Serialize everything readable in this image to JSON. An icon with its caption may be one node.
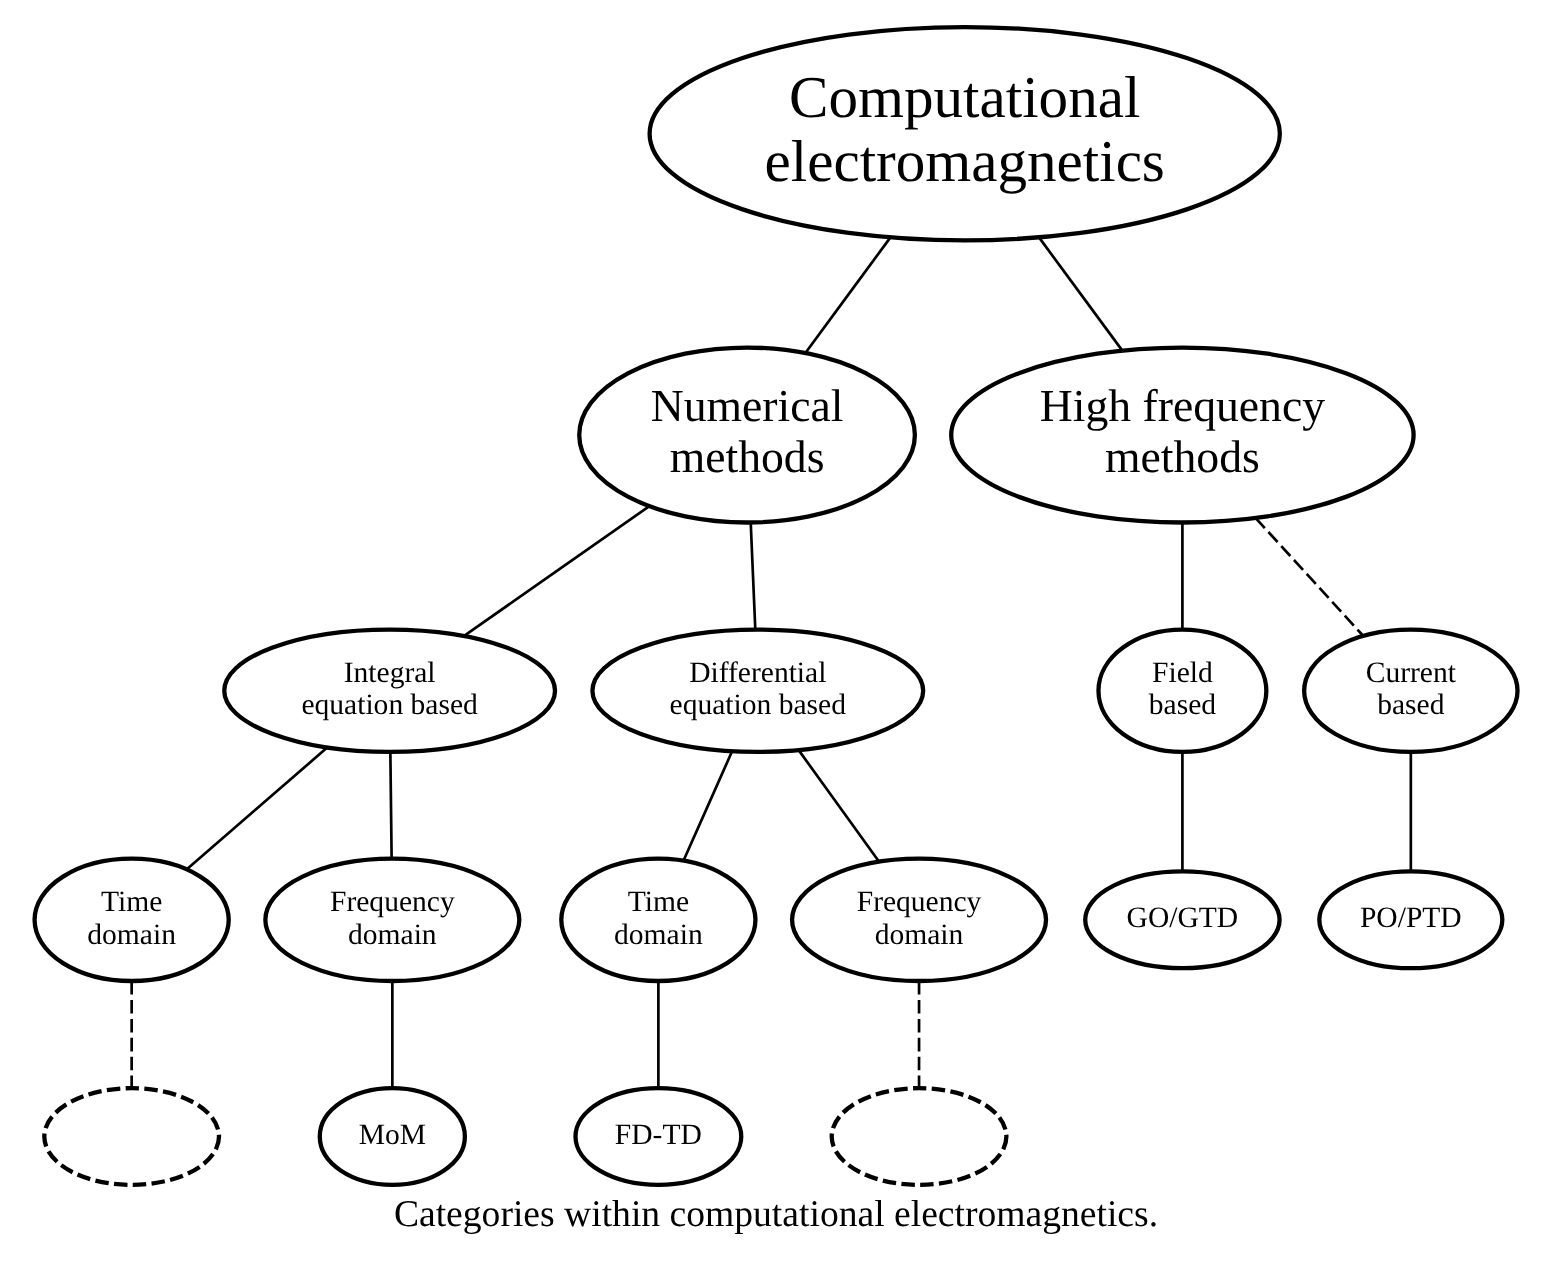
{
  "diagram": {
    "caption": "Categories within computational electromagnetics.",
    "nodes": [
      {
        "text": [
          "Computational electromagnetics"
        ]
      },
      {
        "text": [
          "Numerical methods"
        ]
      },
      {
        "text": [
          "High frequency methods"
        ]
      },
      {
        "text": [
          "Integral equation based"
        ]
      },
      {
        "text": [
          "Differential equation based"
        ]
      },
      {
        "text": [
          "Field based"
        ]
      },
      {
        "text": [
          "Current based"
        ]
      },
      {
        "text": [
          "Time domain"
        ]
      },
      {
        "text": [
          "Frequency domain"
        ]
      },
      {
        "text": [
          "Time domain"
        ]
      },
      {
        "text": [
          "Frequency domain"
        ]
      },
      {
        "text": [
          "GO/GTD"
        ]
      },
      {
        "text": [
          "PO/PTD"
        ]
      },
      {
        "text": [],
        "shape": "ellipse"
      },
      {
        "text": [
          "MoM"
        ]
      },
      {
        "text": [
          "FD-TD"
        ]
      },
      {
        "text": [],
        "shape": "ellipse"
      }
    ],
    "edges": [
      {
        "from": 0,
        "to": 1,
        "arrow": "none"
      },
      {
        "from": 0,
        "to": 2,
        "arrow": "none"
      },
      {
        "from": 1,
        "to": 3,
        "arrow": "none"
      },
      {
        "from": 1,
        "to": 4,
        "arrow": "none"
      },
      {
        "from": 2,
        "to": 5,
        "arrow": "none"
      },
      {
        "from": 2,
        "to": 6,
        "arrow": "none",
        "style": "dashed"
      },
      {
        "from": 3,
        "to": 7,
        "arrow": "none"
      },
      {
        "from": 3,
        "to": 8,
        "arrow": "none"
      },
      {
        "from": 4,
        "to": 9,
        "arrow": "none"
      },
      {
        "from": 4,
        "to": 10,
        "arrow": "none"
      },
      {
        "from": 5,
        "to": 11,
        "arrow": "none"
      },
      {
        "from": 6,
        "to": 12,
        "arrow": "none"
      },
      {
        "from": 7,
        "to": 13,
        "arrow": "none",
        "style": "dashed"
      },
      {
        "from": 8,
        "to": 14,
        "arrow": "none"
      },
      {
        "from": 9,
        "to": 15,
        "arrow": "none"
      },
      {
        "from": 10,
        "to": 16,
        "arrow": "none",
        "style": "dashed"
      }
    ]
  }
}
